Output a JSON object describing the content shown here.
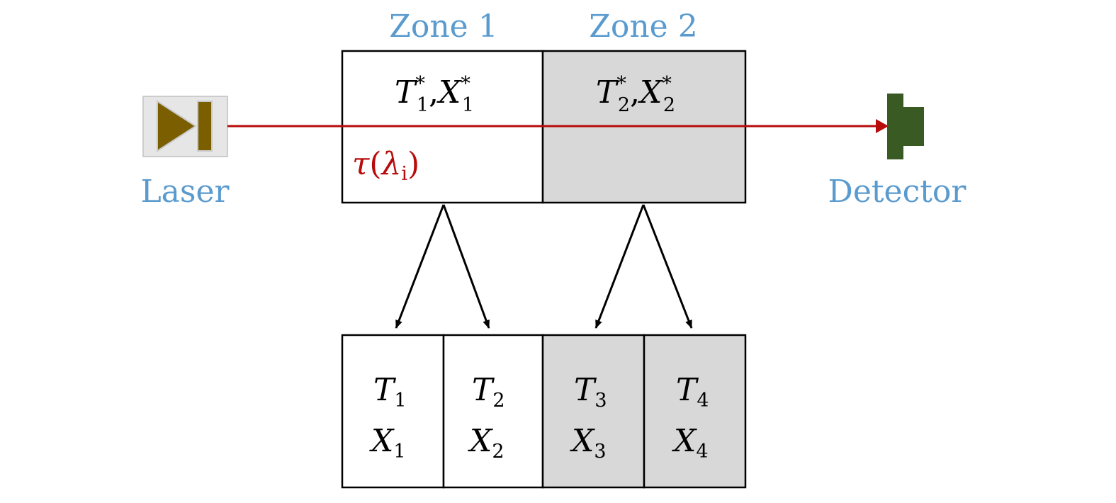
{
  "labels": {
    "zone1": "Zone 1",
    "zone2": "Zone 2",
    "laser": "Laser",
    "detector": "Detector"
  },
  "top_boxes": [
    {
      "var_T": "T",
      "sub_T": "1",
      "sup": "*",
      "sep": ",",
      "var_X": "X",
      "sub_X": "1"
    },
    {
      "var_T": "T",
      "sub_T": "2",
      "sup": "*",
      "sep": ",",
      "var_X": "X",
      "sub_X": "2"
    }
  ],
  "transmittance": {
    "symbol": "τ",
    "open": "(",
    "lambda": "λ",
    "sub": "i",
    "close": ")"
  },
  "bottom_cells": [
    {
      "var_T": "T",
      "sub_T": "1",
      "var_X": "X",
      "sub_X": "1"
    },
    {
      "var_T": "T",
      "sub_T": "2",
      "var_X": "X",
      "sub_X": "2"
    },
    {
      "var_T": "T",
      "sub_T": "3",
      "var_X": "X",
      "sub_X": "3"
    },
    {
      "var_T": "T",
      "sub_T": "4",
      "var_X": "X",
      "sub_X": "4"
    }
  ],
  "colors": {
    "label_blue": "#5a9bcf",
    "beam_red": "#b80c0c",
    "zone2_gray": "#d8d8d8",
    "laser_fill": "#7a5e00",
    "laser_box": "#e6e6e6",
    "detector_green": "#3a5a24",
    "outline": "#000000"
  }
}
